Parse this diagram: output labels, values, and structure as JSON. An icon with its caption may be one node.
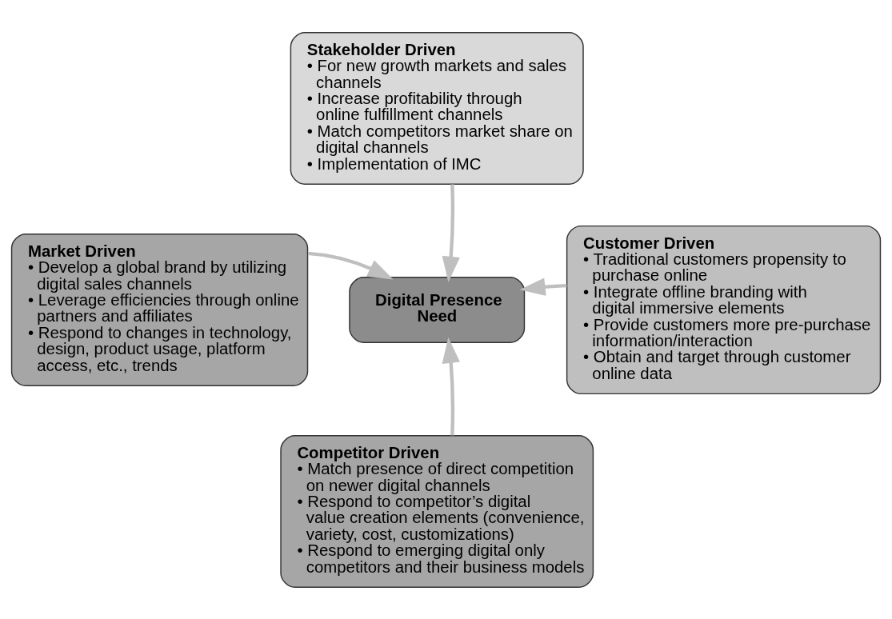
{
  "diagram": {
    "nodes": [
      {
        "text": [
          "Stakeholder Driven",
          "• For new growth markets and sales channels",
          "• Increase profitability through online fulfillment channels",
          "• Match competitors market share on digital channels",
          "• Implementation of IMC"
        ]
      },
      {
        "text": [
          "Market Driven",
          "• Develop a global brand by utilizing digital sales channels",
          "• Leverage efficiencies through online partners and affiliates",
          "• Respond to changes in technology, design, product usage, platform access, etc., trends"
        ]
      },
      {
        "text": [
          "Digital Presence Need"
        ]
      },
      {
        "text": [
          "Customer Driven",
          "• Traditional customers propensity to purchase online",
          "• Integrate offline branding with digital immersive elements",
          "• Provide customers more pre-purchase information/interaction",
          "• Obtain and target through customer online data"
        ]
      },
      {
        "text": [
          "Competitor Driven",
          "• Match presence of direct competition on newer digital channels",
          "• Respond to competitor’s digital value creation elements (convenience, variety, cost, customizations)",
          "• Respond to emerging digital only competitors and their business models"
        ]
      }
    ],
    "edges": [
      {
        "from": 0,
        "to": 2,
        "arrow": "to"
      },
      {
        "from": 1,
        "to": 2,
        "arrow": "to"
      },
      {
        "from": 3,
        "to": 2,
        "arrow": "to"
      },
      {
        "from": 4,
        "to": 2,
        "arrow": "to"
      }
    ]
  }
}
